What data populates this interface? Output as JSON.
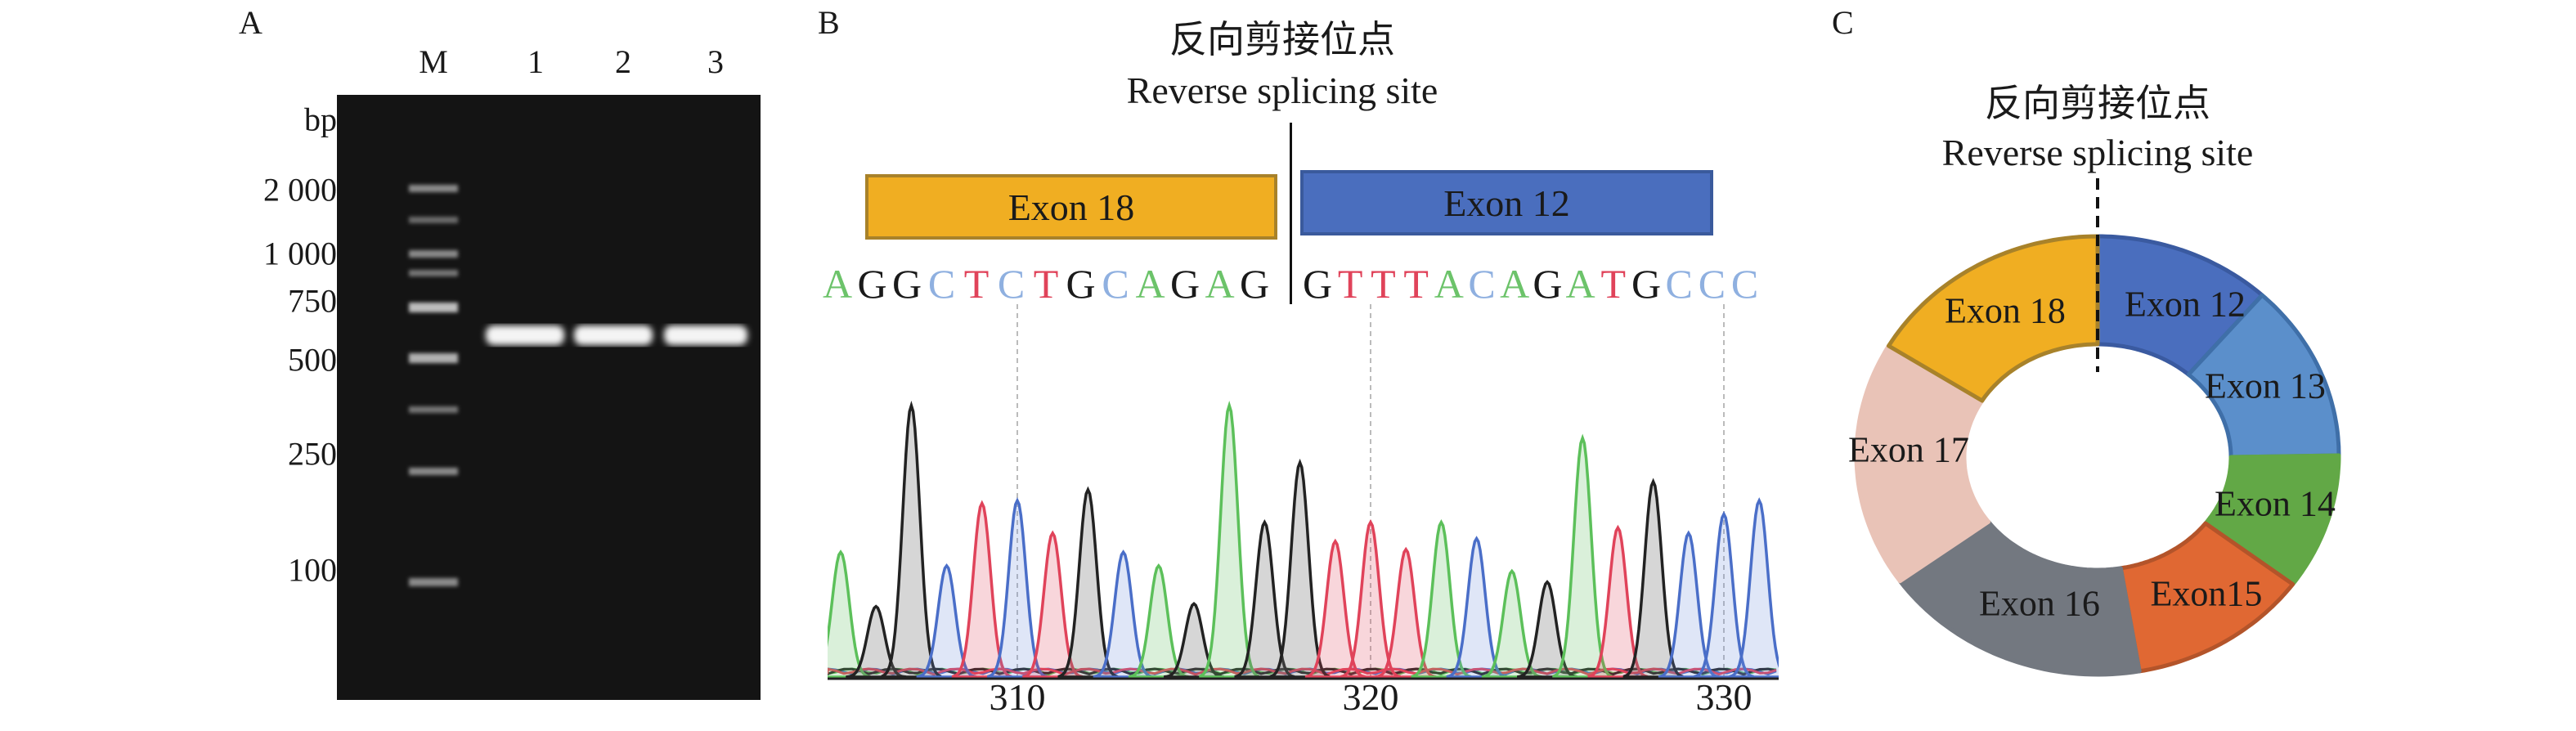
{
  "panel_a": {
    "label": "A",
    "unit": "bp",
    "lanes": [
      "M",
      "1",
      "2",
      "3"
    ],
    "marker_sizes": [
      "2 000",
      "1 000",
      "750",
      "500",
      "250",
      "100"
    ]
  },
  "panel_b": {
    "label": "B",
    "title_cn": "反向剪接位点",
    "title_en": "Reverse splicing site",
    "exon_left": "Exon 18",
    "exon_right": "Exon 12",
    "colors": {
      "A": "#6cc36a",
      "C": "#8fb0e0",
      "G": "#1a1a1a",
      "T": "#e0435a"
    },
    "sequence_left": [
      "A",
      "G",
      "G",
      "C",
      "T",
      "C",
      "T",
      "G",
      "C",
      "A",
      "G",
      "A",
      "G"
    ],
    "sequence_right": [
      "G",
      "T",
      "T",
      "T",
      "A",
      "C",
      "A",
      "G",
      "A",
      "T",
      "G",
      "C",
      "C",
      "C"
    ],
    "x_ticks": [
      "310",
      "320",
      "330"
    ],
    "chart_data": {
      "type": "line",
      "title": "Sanger sequencing chromatogram",
      "xlabel": "",
      "ylabel": "",
      "xlim": [
        304.2,
        331.6
      ],
      "peaks": [
        {
          "base": "A",
          "pos": 305,
          "intensity": 0.46
        },
        {
          "base": "G",
          "pos": 306,
          "intensity": 0.26
        },
        {
          "base": "G",
          "pos": 307,
          "intensity": 1.0
        },
        {
          "base": "C",
          "pos": 308,
          "intensity": 0.41
        },
        {
          "base": "T",
          "pos": 309,
          "intensity": 0.64
        },
        {
          "base": "C",
          "pos": 310,
          "intensity": 0.65
        },
        {
          "base": "T",
          "pos": 311,
          "intensity": 0.53
        },
        {
          "base": "G",
          "pos": 312,
          "intensity": 0.69
        },
        {
          "base": "C",
          "pos": 313,
          "intensity": 0.46
        },
        {
          "base": "A",
          "pos": 314,
          "intensity": 0.41
        },
        {
          "base": "G",
          "pos": 315,
          "intensity": 0.27
        },
        {
          "base": "A",
          "pos": 316,
          "intensity": 1.0
        },
        {
          "base": "G",
          "pos": 317,
          "intensity": 0.57
        },
        {
          "base": "G",
          "pos": 318,
          "intensity": 0.79
        },
        {
          "base": "T",
          "pos": 319,
          "intensity": 0.5
        },
        {
          "base": "T",
          "pos": 320,
          "intensity": 0.57
        },
        {
          "base": "T",
          "pos": 321,
          "intensity": 0.47
        },
        {
          "base": "A",
          "pos": 322,
          "intensity": 0.57
        },
        {
          "base": "C",
          "pos": 323,
          "intensity": 0.51
        },
        {
          "base": "A",
          "pos": 324,
          "intensity": 0.39
        },
        {
          "base": "G",
          "pos": 325,
          "intensity": 0.35
        },
        {
          "base": "A",
          "pos": 326,
          "intensity": 0.88
        },
        {
          "base": "T",
          "pos": 327,
          "intensity": 0.55
        },
        {
          "base": "G",
          "pos": 328,
          "intensity": 0.72
        },
        {
          "base": "C",
          "pos": 329,
          "intensity": 0.53
        },
        {
          "base": "C",
          "pos": 330,
          "intensity": 0.6
        },
        {
          "base": "C",
          "pos": 331,
          "intensity": 0.65
        }
      ]
    }
  },
  "panel_c": {
    "label": "C",
    "title_cn": "反向剪接位点",
    "title_en": "Reverse splicing site",
    "segments": [
      {
        "label": "Exon 12",
        "start_deg": 0,
        "end_deg": 43,
        "color": "#4a6ebe",
        "stroke": "#3a5aa0"
      },
      {
        "label": "Exon 13",
        "start_deg": 43,
        "end_deg": 90,
        "color": "#5b8fcb",
        "stroke": "#3f6fa8"
      },
      {
        "label": "Exon 14",
        "start_deg": 90,
        "end_deg": 126,
        "color": "#62a846",
        "stroke": "#62a846"
      },
      {
        "label": "Exon15",
        "start_deg": 126,
        "end_deg": 170,
        "color": "#e06833",
        "stroke": "#b3542a"
      },
      {
        "label": "Exon 16",
        "start_deg": 170,
        "end_deg": 235,
        "color": "#737880",
        "stroke": "#737880"
      },
      {
        "label": "Exon 17",
        "start_deg": 235,
        "end_deg": 300,
        "color": "#e9c3b7",
        "stroke": "#e9c3b7"
      },
      {
        "label": "Exon 18",
        "start_deg": 300,
        "end_deg": 360,
        "color": "#f0ae22",
        "stroke": "#a8822a"
      }
    ]
  }
}
